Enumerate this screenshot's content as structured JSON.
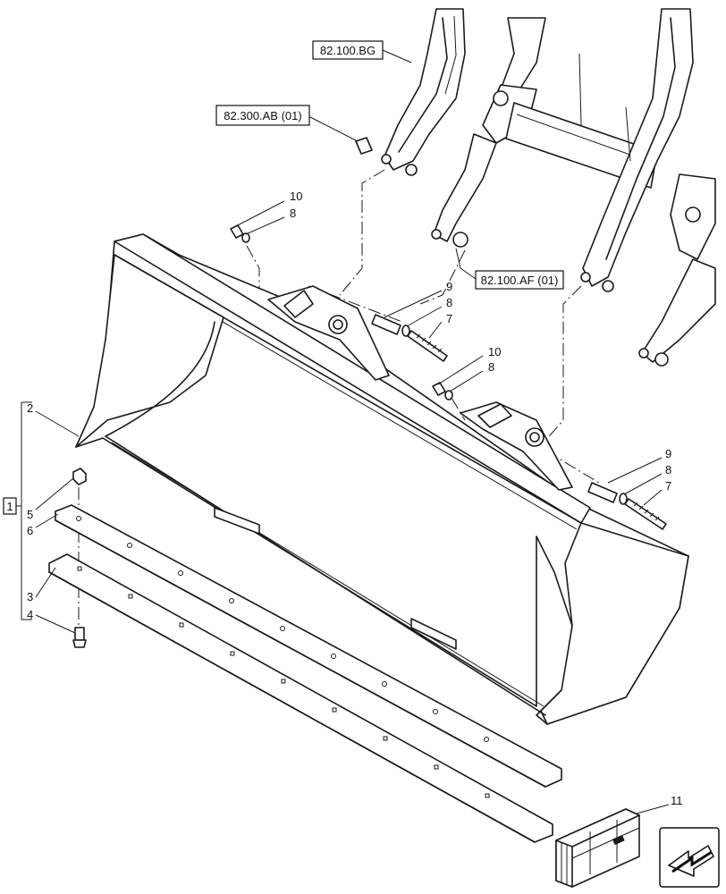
{
  "references": {
    "r1": "82.100.BG",
    "r2": "82.300.AB (01)",
    "r3": "82.100.AF (01)"
  },
  "callouts": {
    "c10a": "10",
    "c8a": "8",
    "c9a": "9",
    "c8b": "8",
    "c7a": "7",
    "c10b": "10",
    "c8c": "8",
    "c9b": "9",
    "c8d": "8",
    "c7b": "7",
    "c2": "2",
    "c5": "5",
    "c6": "6",
    "c3": "3",
    "c4": "4",
    "c11": "11"
  },
  "assembly": {
    "label": "1"
  },
  "icons": {
    "navigation": "arrow-icon",
    "kit": "crate-icon"
  }
}
